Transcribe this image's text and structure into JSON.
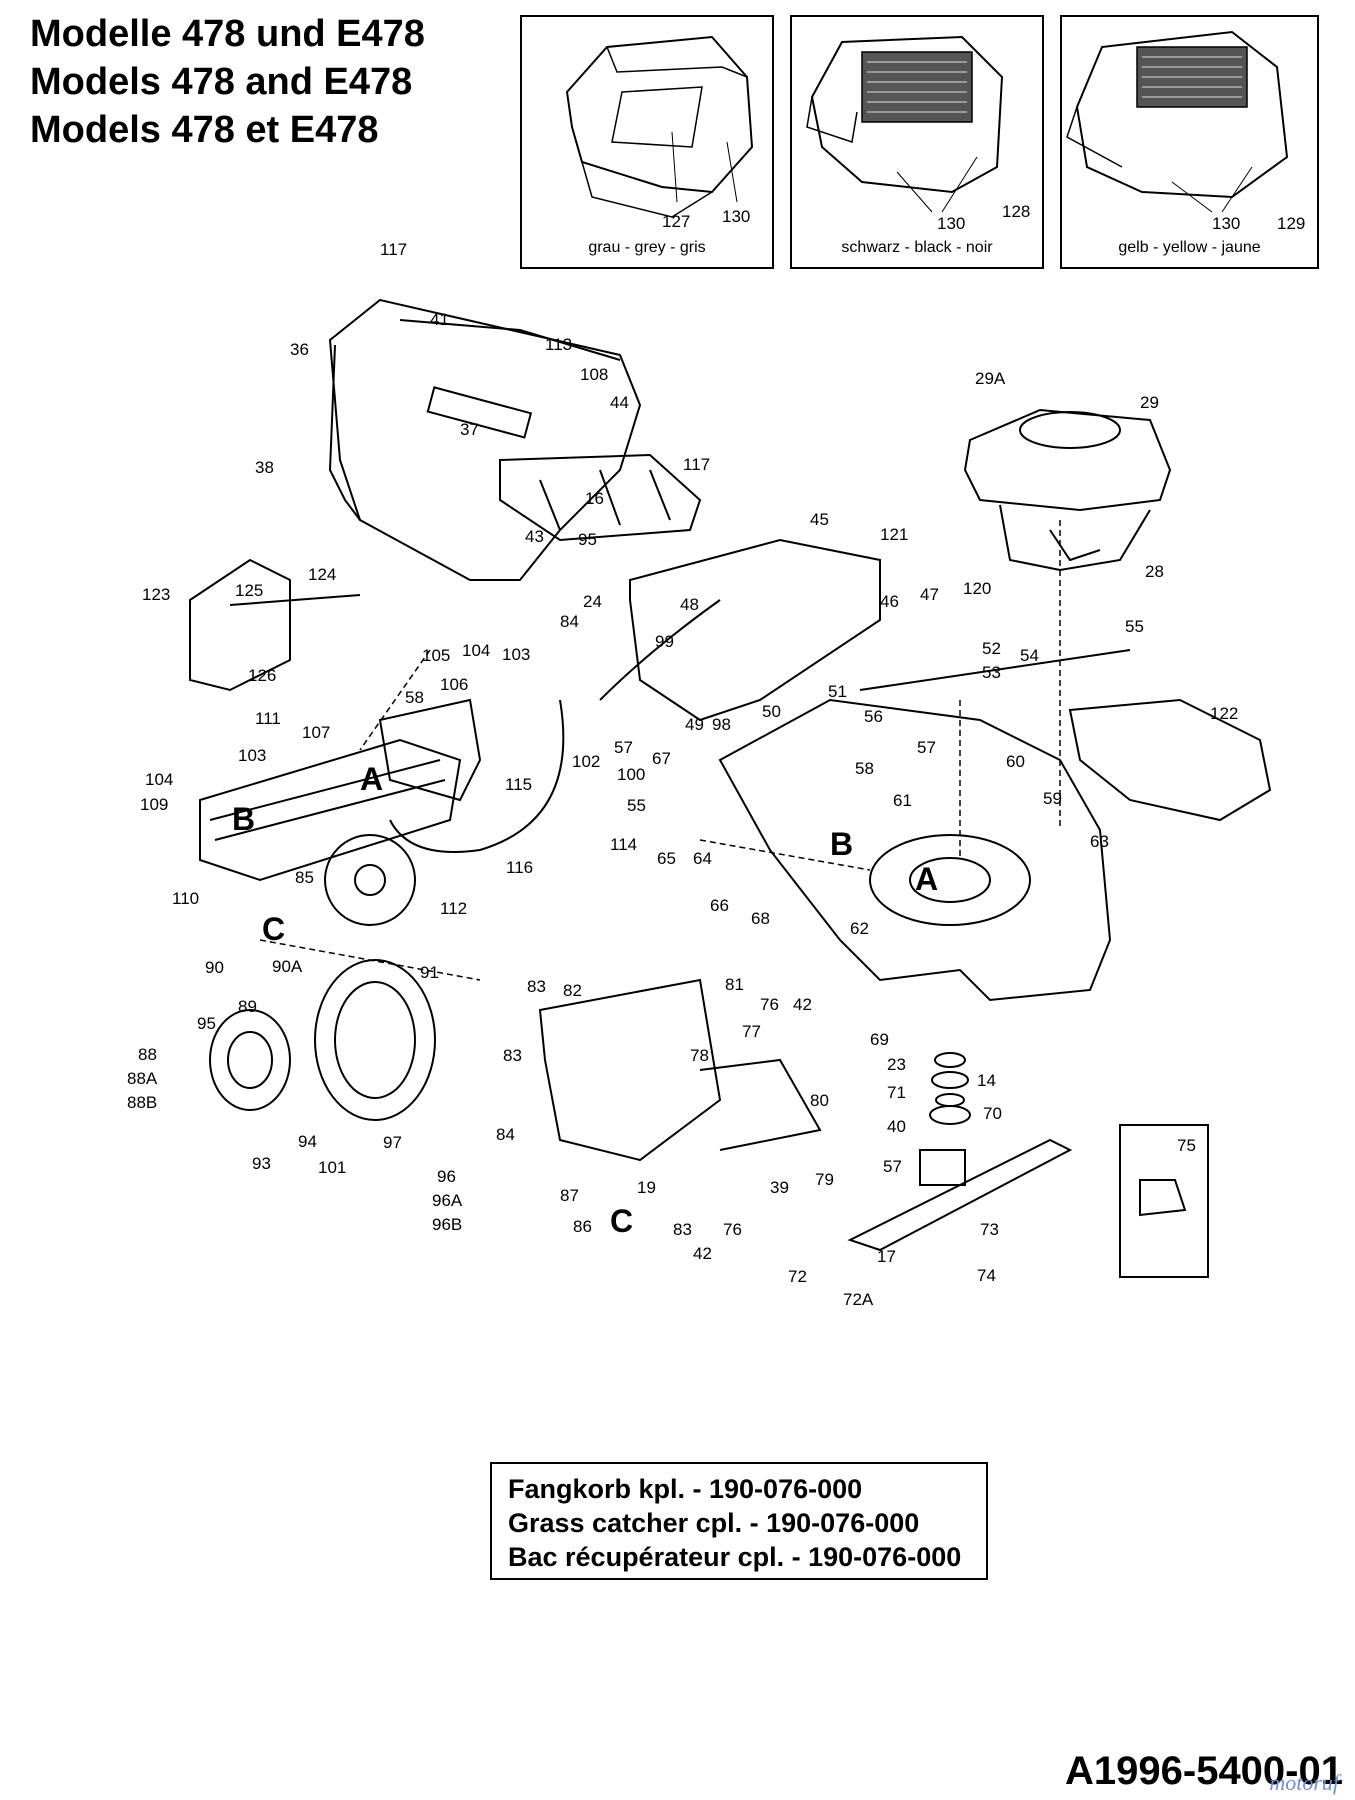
{
  "title": {
    "lines": [
      "Modelle 478 und E478",
      "Models 478 and E478",
      "Models 478 et E478"
    ]
  },
  "insets": [
    {
      "caption": "grau - grey - gris",
      "labels": [
        "127",
        "130"
      ]
    },
    {
      "caption": "schwarz - black - noir",
      "labels": [
        "130",
        "128"
      ]
    },
    {
      "caption": "gelb - yellow - jaune",
      "labels": [
        "130",
        "129"
      ]
    }
  ],
  "part_labels": [
    "117",
    "41",
    "36",
    "113",
    "108",
    "44",
    "37",
    "38",
    "117",
    "16",
    "95",
    "43",
    "45",
    "121",
    "120",
    "29A",
    "29",
    "28",
    "123",
    "124",
    "125",
    "126",
    "24",
    "84",
    "99",
    "48",
    "46",
    "47",
    "52",
    "53",
    "54",
    "55",
    "122",
    "105",
    "104",
    "103",
    "106",
    "58",
    "111",
    "107",
    "104",
    "103",
    "109",
    "A",
    "B",
    "102",
    "115",
    "57",
    "67",
    "49",
    "98",
    "50",
    "51",
    "56",
    "57",
    "58",
    "60",
    "59",
    "61",
    "55",
    "100",
    "114",
    "65",
    "64",
    "66",
    "68",
    "B",
    "63",
    "A",
    "62",
    "85",
    "116",
    "112",
    "110",
    "C",
    "90",
    "90A",
    "91",
    "89",
    "95",
    "88",
    "88A",
    "88B",
    "93",
    "94",
    "101",
    "97",
    "96",
    "96A",
    "96B",
    "83",
    "82",
    "81",
    "76",
    "42",
    "83",
    "77",
    "78",
    "80",
    "84",
    "87",
    "86",
    "C",
    "19",
    "83",
    "42",
    "76",
    "79",
    "39",
    "69",
    "23",
    "14",
    "71",
    "70",
    "40",
    "57",
    "75",
    "73",
    "17",
    "74",
    "72",
    "72A"
  ],
  "grass_catcher": [
    "Fangkorb kpl. - 190-076-000",
    "Grass catcher cpl. - 190-076-000",
    "Bac récupérateur cpl. - 190-076-000"
  ],
  "document_number": "A1996-5400-01",
  "watermark": "motoruf"
}
